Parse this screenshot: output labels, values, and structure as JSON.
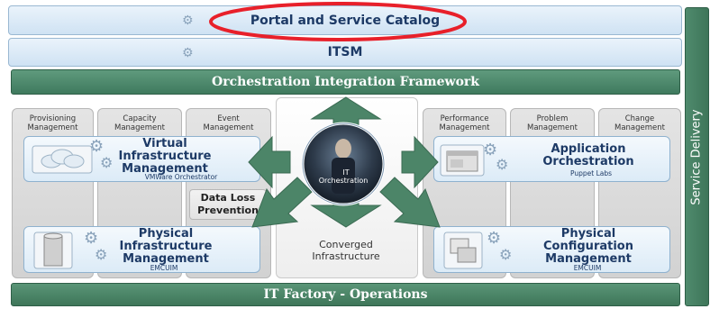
{
  "top": {
    "portal": "Portal and Service Catalog",
    "itsm": "ITSM",
    "orchestration_framework": "Orchestration Integration Framework",
    "it_factory": "IT Factory - Operations"
  },
  "side": {
    "label": "Service Delivery"
  },
  "left_columns": [
    {
      "label": "Provisioning Management"
    },
    {
      "label": "Capacity Management"
    },
    {
      "label": "Event Management"
    }
  ],
  "right_columns": [
    {
      "label": "Performance Management"
    },
    {
      "label": "Problem Management"
    },
    {
      "label": "Change Management"
    }
  ],
  "virtual": {
    "title": "Virtual Infrastructure Management",
    "sub": "VMWare Orchestrator"
  },
  "physical_infra": {
    "title": "Physical Infrastructure Management",
    "sub": "EMCUIM"
  },
  "application": {
    "title": "Application Orchestration",
    "sub": "Puppet Labs"
  },
  "physical_config": {
    "title": "Physical Configuration Management",
    "sub": "EMCUIM"
  },
  "data_loss": {
    "line1": "Data Loss",
    "line2": "Prevention"
  },
  "center": {
    "badge_line1": "IT",
    "badge_line2": "Orchestration",
    "converged_line1": "Converged",
    "converged_line2": "Infrastructure"
  },
  "colors": {
    "highlight": "#e8202a",
    "green": "#3f7a5e",
    "blue_text": "#1d3a66"
  },
  "icons": [
    "gear-icon",
    "cloud-icon",
    "server-icon",
    "window-icon",
    "config-icon"
  ]
}
